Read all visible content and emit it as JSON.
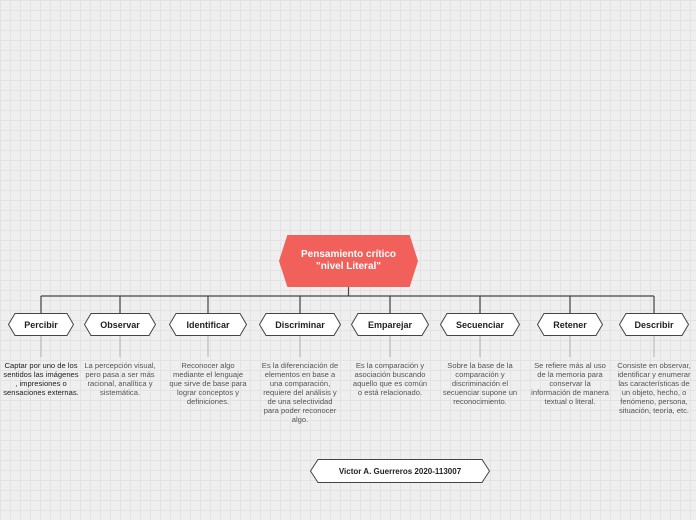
{
  "colors": {
    "root_fill": "#f2605b",
    "node_stroke": "#444444",
    "connector": "#444444",
    "stem": "#bbbbbb"
  },
  "root": {
    "title": "Pensamiento crítico \"nivel Literal\""
  },
  "nodes": [
    {
      "label": "Percibir",
      "desc": "Captar por uno de los sentidos las imágenes , impresiones o sensaciones externas."
    },
    {
      "label": "Observar",
      "desc": "La percepción visual, pero pasa a ser más racional, analítica y sistemática."
    },
    {
      "label": "Identificar",
      "desc": "Reconocer algo mediante el lenguaje que sirve de base para lograr conceptos y definiciones."
    },
    {
      "label": "Discriminar",
      "desc": "Es la diferenciación de elementos en base a una comparación, requiere del análisis y de una selectividad para poder reconocer algo."
    },
    {
      "label": "Emparejar",
      "desc": "Es la comparación y asociación buscando aquello que es común o está relacionado."
    },
    {
      "label": "Secuenciar",
      "desc": "Sobre la base de la comparación y discriminación el secuenciar supone un reconocimiento."
    },
    {
      "label": "Retener",
      "desc": "Se refiere más al uso de la memoria para conservar la información de manera textual o literal."
    },
    {
      "label": "Describir",
      "desc": "Consiste en observar, identificar y enumerar las características de un objeto, hecho, o fenómeno, persona, situación, teoría, etc."
    }
  ],
  "author": {
    "label": "Victor A. Guerreros 2020-113007"
  }
}
